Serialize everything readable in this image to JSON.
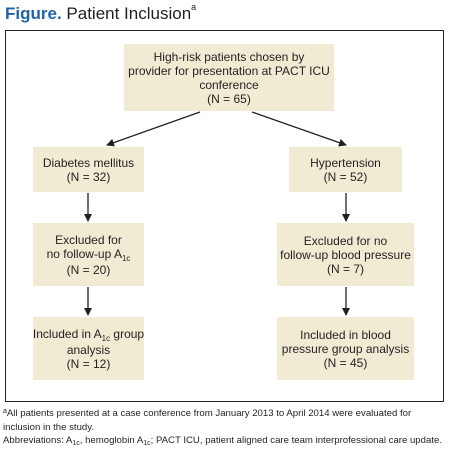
{
  "title": {
    "label": "Figure.",
    "text": "Patient Inclusion",
    "marker": "a"
  },
  "nodes": {
    "root": {
      "line1": "High-risk patients chosen by",
      "line2": "provider for presentation at PACT ICU",
      "line3": "conference",
      "count": "(N = 65)"
    },
    "diabetes": {
      "line1": "Diabetes mellitus",
      "count": "(N = 32)"
    },
    "hypertension": {
      "line1": "Hypertension",
      "count": "(N = 52)"
    },
    "excluded_a1c": {
      "line1": "Excluded for",
      "line2_pre": "no follow-up A",
      "line2_sub": "1c",
      "count": "(N = 20)"
    },
    "excluded_bp": {
      "line1": "Excluded for no",
      "line2": "follow-up blood pressure",
      "count": "(N = 7)"
    },
    "included_a1c": {
      "line1_pre": "Included in A",
      "line1_sub": "1c",
      "line1_post": " group",
      "line2": "analysis",
      "count": "(N = 12)"
    },
    "included_bp": {
      "line1": "Included in blood",
      "line2": "pressure group analysis",
      "count": "(N = 45)"
    }
  },
  "footnotes": {
    "note_marker": "a",
    "note": "All patients presented at a case conference from January 2013 to April 2014 were evaluated for inclusion in the study.",
    "abbr_pre": "Abbreviations: A",
    "abbr_sub1": "1c",
    "abbr_mid": ", hemoglobin A",
    "abbr_sub2": "1c",
    "abbr_post": "; PACT ICU, patient aligned care team interprofessional care update."
  },
  "colors": {
    "box_fill": "#f2ebd3",
    "title_blue": "#1f63a6",
    "line": "#231f20"
  }
}
